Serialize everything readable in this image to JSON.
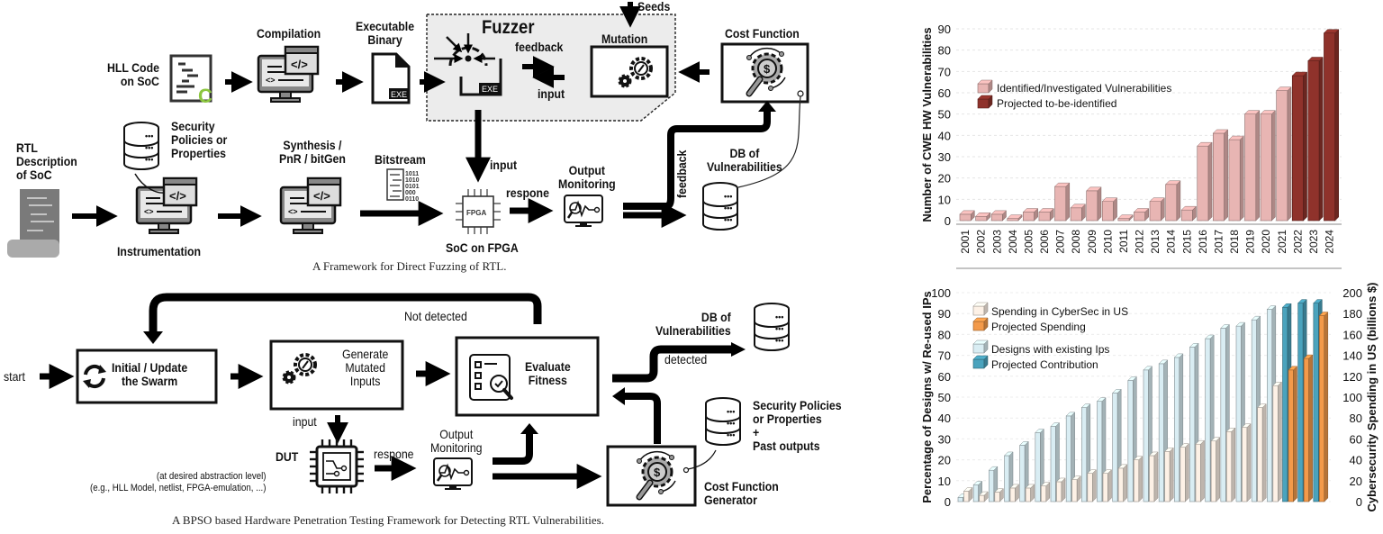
{
  "fuzzing_diagram": {
    "caption": "A Framework for Direct Fuzzing of RTL.",
    "hll_code": [
      "HLL Code",
      "on SoC"
    ],
    "compilation": "Compilation",
    "executable_binary": [
      "Executable",
      "Binary"
    ],
    "exe_tag": "EXE",
    "fuzzer": "Fuzzer",
    "feedback": "feedback",
    "input": "input",
    "seeds": "Seeds",
    "mutation": "Mutation",
    "cost_function": "Cost Function",
    "rtl_description": [
      "RTL",
      "Description",
      "of SoC"
    ],
    "security_policies": [
      "Security",
      "Policies or",
      "Properties"
    ],
    "instrumentation": "Instrumentation",
    "synthesis": [
      "Synthesis /",
      "PnR / bitGen"
    ],
    "bitstream": "Bitstream",
    "bitstream_bits": [
      "1011",
      "1010",
      "0101",
      "000",
      "0110"
    ],
    "fpga_input": "input",
    "fpga_chip": "FPGA",
    "soc_on_fpga": "SoC on FPGA",
    "respone": "respone",
    "output_monitoring": [
      "Output",
      "Monitoring"
    ],
    "feedback_vertical": "feedback",
    "db_vulnerabilities": [
      "DB of",
      "Vulnerabilities"
    ]
  },
  "bpso_diagram": {
    "caption": "A BPSO based Hardware Penetration Testing Framework for Detecting RTL Vulnerabilities.",
    "start": "start",
    "initial_update": [
      "Initial / Update",
      "the Swarm"
    ],
    "generate_mutated": [
      "Generate",
      "Mutated",
      "Inputs"
    ],
    "not_detected": "Not detected",
    "evaluate_fitness": [
      "Evaluate",
      "Fitness"
    ],
    "db_vulnerabilities": [
      "DB of",
      "Vulnerabilities"
    ],
    "detected": "detected",
    "input": "input",
    "dut": "DUT",
    "dut_note": [
      "(at desired abstraction level)",
      "(e.g., HLL Model, netlist, FPGA-emulation, ...)"
    ],
    "respone": "respone",
    "output_monitoring": [
      "Output",
      "Monitoring"
    ],
    "security_policies": [
      "Security Policies",
      "or Properties",
      "+",
      "Past outputs"
    ],
    "cost_function_generator": [
      "Cost Function",
      "Generator"
    ]
  },
  "colors": {
    "identified": "#e8b5b3",
    "projected": "#8f322b",
    "spending": "#fdf1e6",
    "projected_spending": "#f39a4a",
    "designs": "#d9edf3",
    "projected_contribution": "#4aa3bd",
    "fuzzer_bg": "#ececec"
  },
  "chart_data": [
    {
      "type": "bar",
      "title": "",
      "xlabel": "",
      "ylabel": "Number of CWE HW Vulnerabilities",
      "ylim": [
        0,
        90
      ],
      "yticks": [
        0,
        10,
        20,
        30,
        40,
        50,
        60,
        70,
        80,
        90
      ],
      "grid": true,
      "legend_position": "top-left",
      "categories": [
        "2001",
        "2002",
        "2003",
        "2004",
        "2005",
        "2006",
        "2007",
        "2008",
        "2009",
        "2010",
        "2011",
        "2012",
        "2013",
        "2014",
        "2015",
        "2016",
        "2017",
        "2018",
        "2019",
        "2020",
        "2021",
        "2022",
        "2023",
        "2024"
      ],
      "series": [
        {
          "name": "Identified/Investigated Vulnerabilities",
          "values": [
            3,
            2,
            3,
            1,
            4,
            4,
            16,
            6,
            14,
            9,
            1,
            4,
            9,
            17,
            5,
            35,
            41,
            38,
            50,
            50,
            61,
            null,
            null,
            null
          ]
        },
        {
          "name": "Projected to-be-identified",
          "values": [
            null,
            null,
            null,
            null,
            null,
            null,
            null,
            null,
            null,
            null,
            null,
            null,
            null,
            null,
            null,
            null,
            null,
            null,
            null,
            null,
            null,
            68,
            75,
            88
          ]
        }
      ]
    },
    {
      "type": "bar",
      "title": "",
      "xlabel": "",
      "ylabel": "Percentage of Designs w/ Re-used IPs",
      "y2label": "Cybersecurity Spending in US (billions $)",
      "ylim": [
        0,
        100
      ],
      "y2lim": [
        0,
        200
      ],
      "yticks": [
        0,
        10,
        20,
        30,
        40,
        50,
        60,
        70,
        80,
        90,
        100
      ],
      "y2ticks": [
        0,
        20,
        40,
        60,
        80,
        100,
        120,
        140,
        160,
        180,
        200
      ],
      "grid": true,
      "legend_position": "top-left",
      "groups": 24,
      "series": [
        {
          "name": "Spending in CyberSec in US",
          "axis": "right",
          "values": [
            10,
            6,
            9,
            13,
            13,
            15,
            19,
            21,
            27,
            27,
            32,
            40,
            44,
            48,
            52,
            55,
            58,
            67,
            71,
            90,
            111,
            null,
            null,
            null
          ]
        },
        {
          "name": "Projected Spending",
          "axis": "right",
          "values": [
            null,
            null,
            null,
            null,
            null,
            null,
            null,
            null,
            null,
            null,
            null,
            null,
            null,
            null,
            null,
            null,
            null,
            null,
            null,
            null,
            null,
            126,
            137,
            178
          ]
        },
        {
          "name": "Designs with existing Ips",
          "axis": "left",
          "values": [
            2,
            8,
            15,
            22,
            27,
            33,
            36,
            41,
            45,
            48,
            52,
            58,
            63,
            66,
            69,
            74,
            78,
            83,
            84,
            87,
            92,
            null,
            null,
            null
          ]
        },
        {
          "name": "Projected Contribution",
          "axis": "left",
          "values": [
            null,
            null,
            null,
            null,
            null,
            null,
            null,
            null,
            null,
            null,
            null,
            null,
            null,
            null,
            null,
            null,
            null,
            null,
            null,
            null,
            null,
            93,
            95,
            95
          ]
        }
      ]
    }
  ]
}
